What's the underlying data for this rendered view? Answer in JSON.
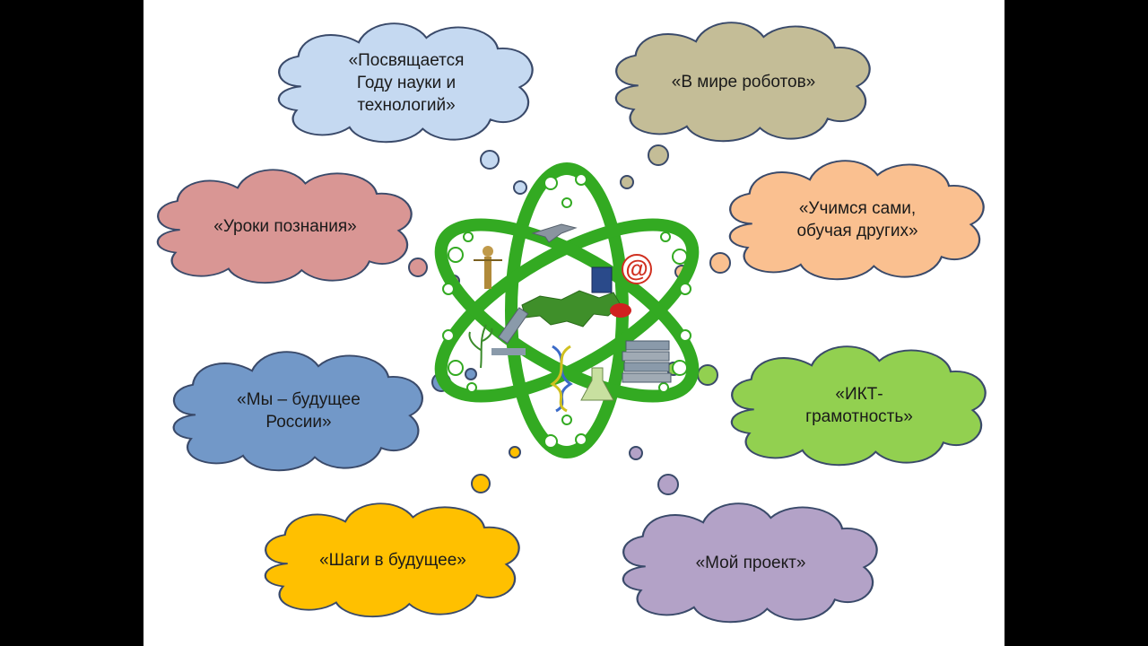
{
  "clouds": [
    {
      "id": "science-year",
      "lines": [
        "«Посвящается",
        "Году науки и",
        "технологий»"
      ],
      "color": "#c5d9f1"
    },
    {
      "id": "robots",
      "lines": [
        "«В мире роботов»"
      ],
      "color": "#c4bd97"
    },
    {
      "id": "lessons",
      "lines": [
        "«Уроки познания»"
      ],
      "color": "#d99694"
    },
    {
      "id": "teach-others",
      "lines": [
        "«Учимся сами,",
        "обучая других»"
      ],
      "color": "#fac090"
    },
    {
      "id": "future-russia",
      "lines": [
        "«Мы – будущее",
        "России»"
      ],
      "color": "#7298c8"
    },
    {
      "id": "ict",
      "lines": [
        "«ИКТ-",
        "грамотность»"
      ],
      "color": "#92d050"
    },
    {
      "id": "steps-future",
      "lines": [
        "«Шаги в будущее»"
      ],
      "color": "#ffc000"
    },
    {
      "id": "my-project",
      "lines": [
        "«Мой проект»"
      ],
      "color": "#b3a2c7"
    }
  ],
  "colors": {
    "atom": "#33aa22",
    "outline": "#3a4a6a",
    "map": "#3f8f2a"
  },
  "icons": [
    "jet-icon",
    "justice-statue-icon",
    "russia-map-icon",
    "email-icon",
    "computer-icon",
    "microscope-icon",
    "plant-icon",
    "dna-icon",
    "flask-icon",
    "books-icon"
  ]
}
